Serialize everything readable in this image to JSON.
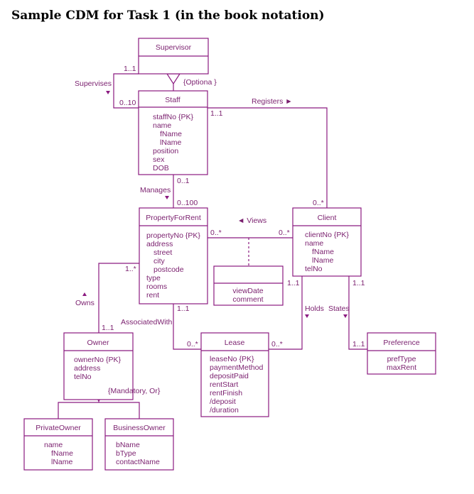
{
  "title": "Sample CDM for Task 1 (in the book notation)",
  "entities": {
    "supervisor": {
      "name": "Supervisor",
      "attrs": []
    },
    "staff": {
      "name": "Staff",
      "attrs": [
        "staffNo {PK}",
        "name",
        "fName",
        "lName",
        "position",
        "sex",
        "DOB"
      ]
    },
    "property": {
      "name": "PropertyForRent",
      "attrs": [
        "propertyNo {PK}",
        "address",
        "street",
        "city",
        "postcode",
        "type",
        "rooms",
        "rent"
      ]
    },
    "client": {
      "name": "Client",
      "attrs": [
        "clientNo {PK}",
        "name",
        "fName",
        "lName",
        "telNo"
      ]
    },
    "views": {
      "name": "",
      "attrs": [
        "viewDate",
        "comment"
      ]
    },
    "owner": {
      "name": "Owner",
      "attrs": [
        "ownerNo {PK}",
        "address",
        "telNo"
      ]
    },
    "lease": {
      "name": "Lease",
      "attrs": [
        "leaseNo {PK}",
        "paymentMethod",
        "depositPaid",
        "rentStart",
        "rentFinish",
        "/deposit",
        "/duration"
      ]
    },
    "preference": {
      "name": "Preference",
      "attrs": [
        "prefType",
        "maxRent"
      ]
    },
    "privateOwner": {
      "name": "PrivateOwner",
      "attrs": [
        "name",
        "fName",
        "lName"
      ]
    },
    "businessOwner": {
      "name": "BusinessOwner",
      "attrs": [
        "bName",
        "bType",
        "contactName"
      ]
    }
  },
  "relationships": {
    "supervises": "Supervises",
    "registers": "Registers ►",
    "manages": "Manages",
    "views": "◄ Views",
    "owns": "Owns",
    "associatedWith": "AssociatedWith",
    "holds": "Holds",
    "states": "States",
    "optional": "{Optiona }",
    "mandatoryOr": "{Mandatory, Or}"
  },
  "multiplicities": {
    "sup_1_1": "1..1",
    "sup_0_10": "0..10",
    "reg_staff": "1..1",
    "reg_client": "0..*",
    "man_0_1": "0..1",
    "man_0_100": "0..100",
    "views_prop": "0..*",
    "views_client": "0..*",
    "owns_prop": "1..*",
    "owns_owner": "1..1",
    "assoc_prop": "1..1",
    "assoc_lease": "0..*",
    "holds_client": "1..1",
    "holds_lease": "0..*",
    "states_client": "1..1",
    "states_pref": "1..1"
  }
}
